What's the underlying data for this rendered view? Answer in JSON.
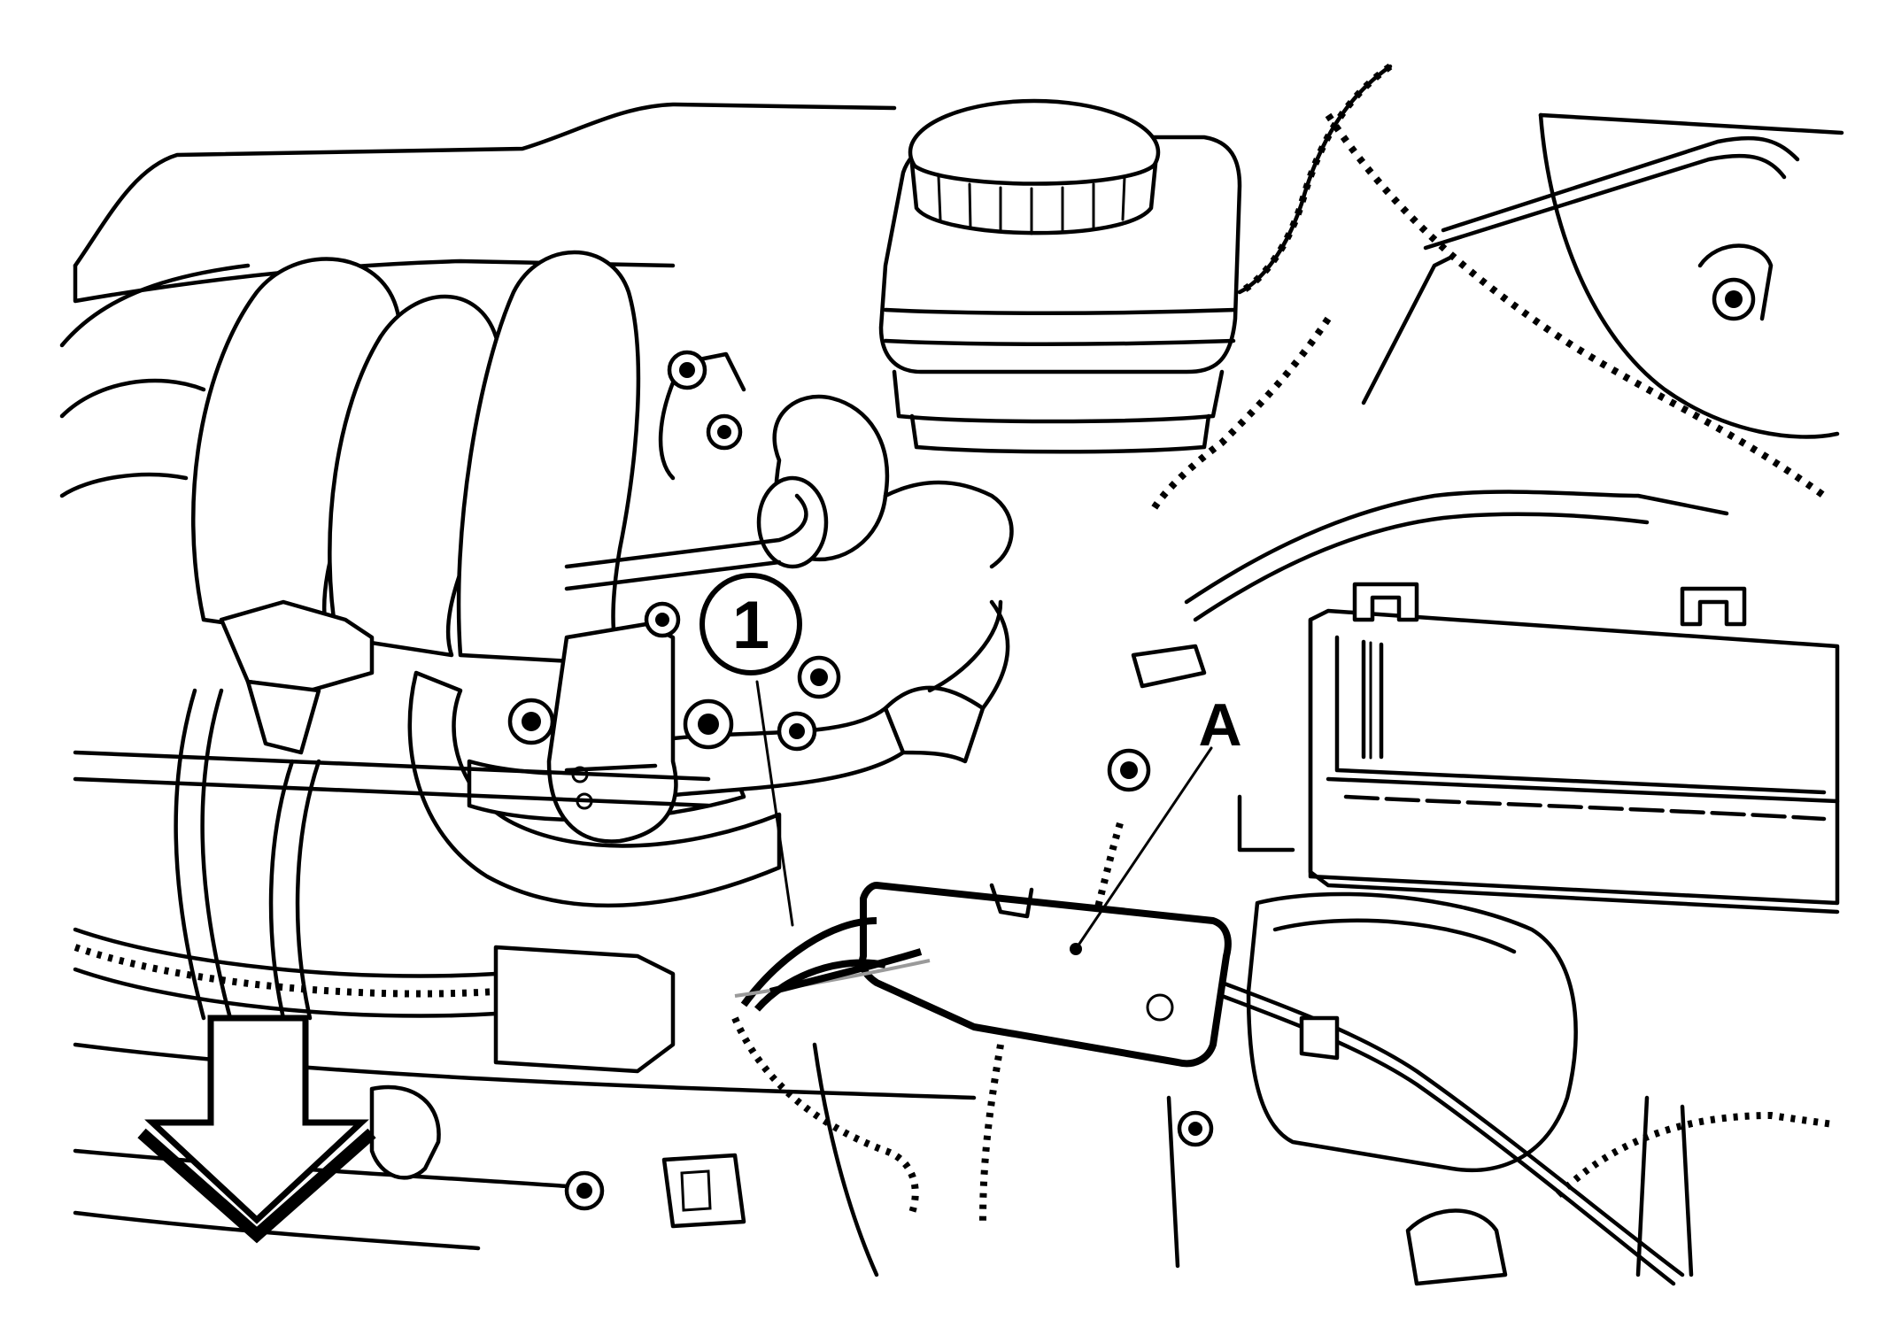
{
  "callouts": [
    {
      "id": "callout-1",
      "label": "1"
    },
    {
      "id": "callout-a",
      "label": "A"
    }
  ],
  "colors": {
    "ink": "#000000",
    "paper": "#ffffff",
    "wire_highlight": "#9a9a9a"
  },
  "icons": [
    "down-arrow-icon"
  ]
}
